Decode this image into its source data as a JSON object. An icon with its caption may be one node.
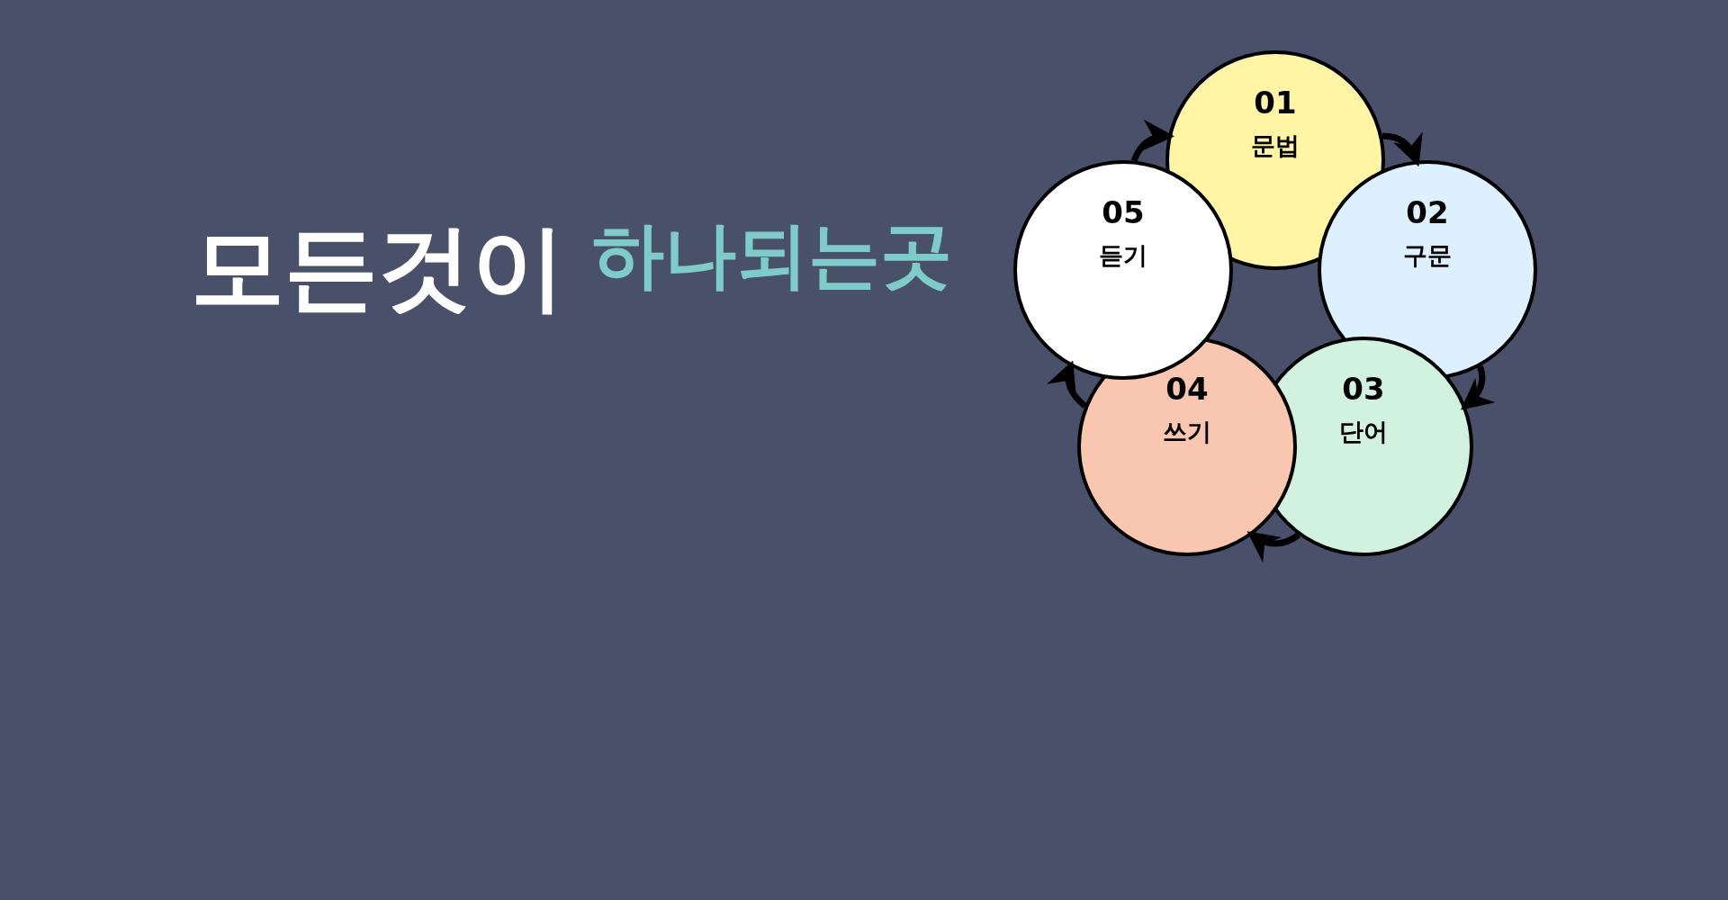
{
  "diagram": {
    "title": "모든것이 하나되는곳",
    "nodes": [
      {
        "text": [
          "01",
          "문법"
        ]
      },
      {
        "text": [
          "02",
          "구문"
        ]
      },
      {
        "text": [
          "03",
          "단어"
        ]
      },
      {
        "text": [
          "04",
          "쓰기"
        ]
      },
      {
        "text": [
          "05",
          "듣기"
        ]
      }
    ],
    "edges": [
      {
        "from": 0,
        "to": 1,
        "arrow": "to"
      },
      {
        "from": 1,
        "to": 2,
        "arrow": "to"
      },
      {
        "from": 2,
        "to": 3,
        "arrow": "to"
      },
      {
        "from": 3,
        "to": 4,
        "arrow": "to"
      },
      {
        "from": 4,
        "to": 0,
        "arrow": "to"
      }
    ]
  }
}
